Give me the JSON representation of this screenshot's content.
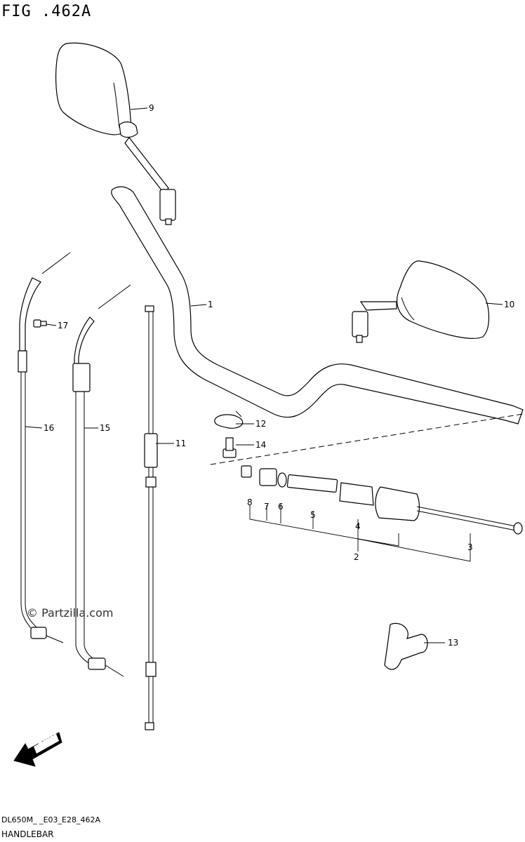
{
  "figure": {
    "title": "FIG .462A",
    "model_code": "DL650M_ _E03_E28_462A",
    "page_label": "HANDLEBAR",
    "watermark": "© Partzilla.com",
    "fwd_label": "FWD"
  },
  "callouts": [
    {
      "id": "1",
      "label": "1"
    },
    {
      "id": "2",
      "label": "2"
    },
    {
      "id": "3",
      "label": "3"
    },
    {
      "id": "4",
      "label": "4"
    },
    {
      "id": "5",
      "label": "5"
    },
    {
      "id": "6",
      "label": "6"
    },
    {
      "id": "7",
      "label": "7"
    },
    {
      "id": "8",
      "label": "8"
    },
    {
      "id": "9",
      "label": "9"
    },
    {
      "id": "10",
      "label": "10"
    },
    {
      "id": "11",
      "label": "11"
    },
    {
      "id": "12",
      "label": "12"
    },
    {
      "id": "13",
      "label": "13"
    },
    {
      "id": "14",
      "label": "14"
    },
    {
      "id": "15",
      "label": "15"
    },
    {
      "id": "16",
      "label": "16"
    },
    {
      "id": "17",
      "label": "17"
    }
  ]
}
